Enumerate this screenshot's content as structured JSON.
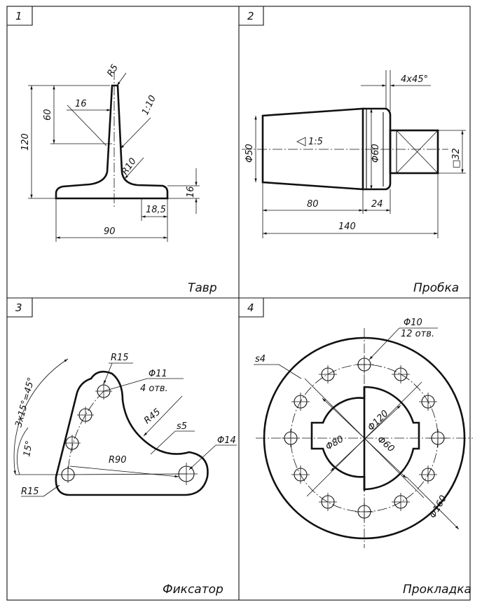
{
  "panels": [
    {
      "number": "1",
      "caption": "Тавр",
      "dims": {
        "r5": "R5",
        "taper": "1:10",
        "d16": "16",
        "d60": "60",
        "d120": "120",
        "r10": "R10",
        "d16b": "16",
        "d18_5": "18,5",
        "d90": "90"
      }
    },
    {
      "number": "2",
      "caption": "Пробка",
      "dims": {
        "chamfer": "4x45°",
        "cone": "1:5",
        "phi50": "Φ50",
        "phi60": "Φ60",
        "sq32": "□32",
        "d80": "80",
        "d24": "24",
        "d140": "140"
      }
    },
    {
      "number": "3",
      "caption": "Фиксатор",
      "dims": {
        "r15_top": "R15",
        "phi11": "Φ11",
        "holes4": "4 отв.",
        "r45": "R45",
        "s5": "s5",
        "phi14": "Φ14",
        "r90": "R90",
        "angle": "3x15°=45°",
        "a15": "15°",
        "r15_bottom": "R15"
      }
    },
    {
      "number": "4",
      "caption": "Прокладка",
      "dims": {
        "phi10": "Φ10",
        "holes12": "12 отв.",
        "s4": "s4",
        "phi120": "Φ120",
        "phi80": "Φ80",
        "phi60": "Φ60",
        "phi160": "Φ160"
      }
    }
  ]
}
